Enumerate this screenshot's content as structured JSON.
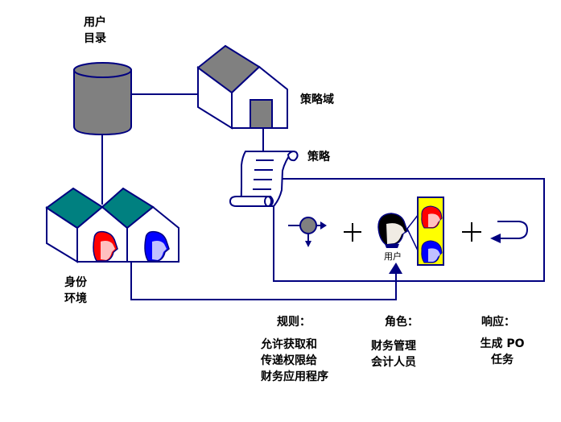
{
  "colors": {
    "line": "#000080",
    "gray": "#808080",
    "teal": "#008080",
    "yellow": "#ffff00",
    "red": "#ff0000",
    "blue": "#0000ff",
    "black": "#000000"
  },
  "labels": {
    "user_directory": [
      "用户",
      "目录"
    ],
    "policy_domain": "策略域",
    "policy": "策略",
    "identity_env": [
      "身份",
      "环境"
    ],
    "user": "用户"
  },
  "icons": {
    "database": "cylinder-database-icon",
    "policy_domain": "house-icon",
    "policy": "scroll-icon",
    "identity_env": "twin-house-icon",
    "rule": "decision-node-icon",
    "user": "user-head-icon",
    "roles": "role-heads-icon",
    "response": "return-arrow-icon"
  },
  "legend": {
    "rules": {
      "title": "规则：",
      "lines": [
        "允许获取和",
        "传递权限给",
        "财务应用程序"
      ]
    },
    "roles": {
      "title": "角色：",
      "lines": [
        "财务管理",
        "会计人员"
      ]
    },
    "response": {
      "title": "响应：",
      "lines": [
        "生成 PO",
        "任务"
      ]
    }
  },
  "operators": [
    "+",
    "+"
  ]
}
